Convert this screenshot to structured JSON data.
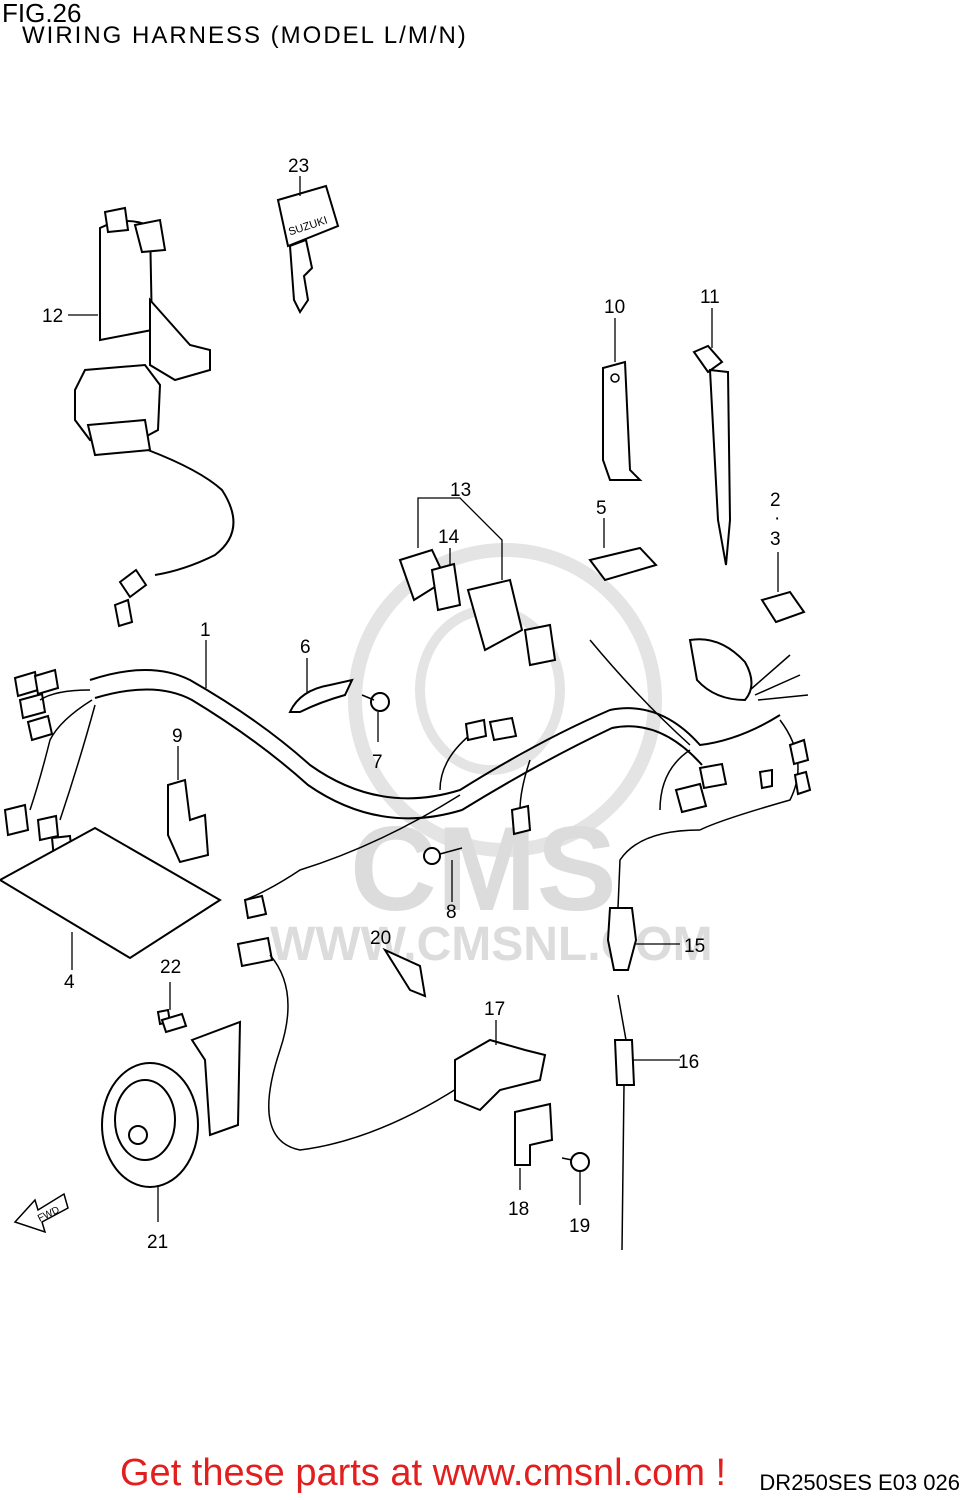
{
  "figure": {
    "title": "FIG.26",
    "subtitle": "WIRING HARNESS (MODEL L/M/N)",
    "code": "DR250SES E03  026"
  },
  "watermark": {
    "brand": "CMS",
    "url": "WWW.CMSNL.COM"
  },
  "banner": {
    "text": "Get these parts at www.cmsnl.com !"
  },
  "key_label": "SUZUKI",
  "direction_label": "FWD",
  "callouts": [
    "1",
    "2",
    "3",
    "4",
    "5",
    "6",
    "7",
    "8",
    "9",
    "10",
    "11",
    "12",
    "13",
    "14",
    "15",
    "16",
    "17",
    "18",
    "19",
    "20",
    "21",
    "22",
    "23"
  ],
  "callout_23": "23",
  "callout_12": "12",
  "callout_10": "10",
  "callout_11": "11",
  "callout_13": "13",
  "callout_14": "14",
  "callout_5": "5",
  "callout_2": "2",
  "callout_2_dot": "·",
  "callout_3": "3",
  "callout_1": "1",
  "callout_6": "6",
  "callout_7": "7",
  "callout_9": "9",
  "callout_4": "4",
  "callout_8": "8",
  "callout_20": "20",
  "callout_15": "15",
  "callout_22": "22",
  "callout_17": "17",
  "callout_16": "16",
  "callout_18": "18",
  "callout_19": "19",
  "callout_21": "21"
}
